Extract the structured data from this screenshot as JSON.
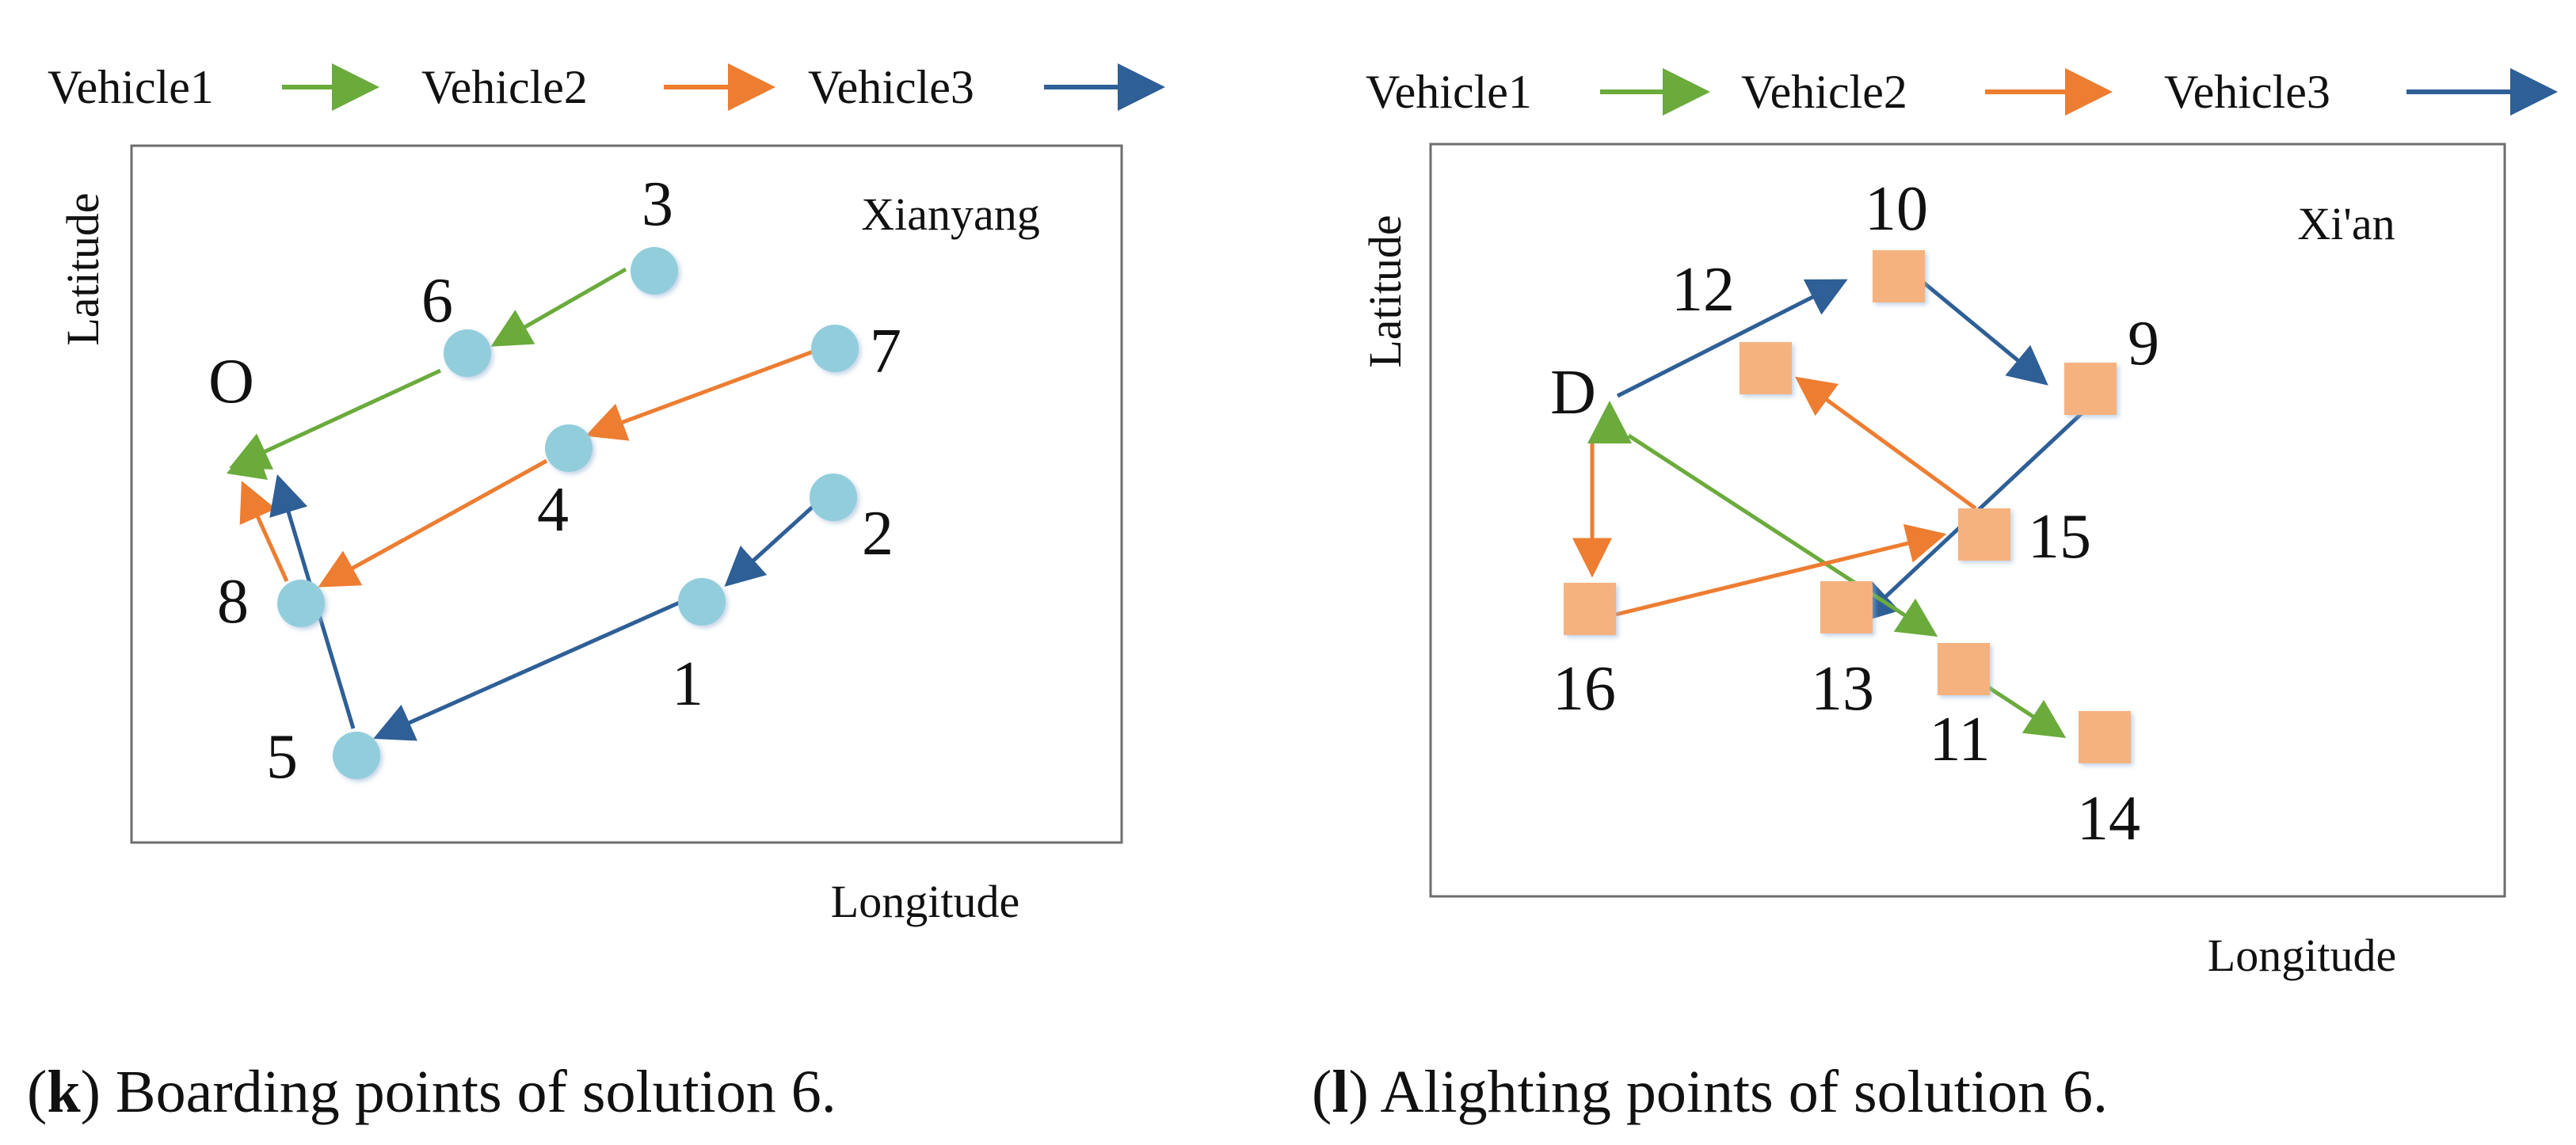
{
  "colors": {
    "vehicle1": "#6aab3c",
    "vehicle2": "#ed7d31",
    "vehicle3": "#2e5f96",
    "boarding_marker": "#92cddc",
    "alighting_marker": "#f5b27f"
  },
  "panels": [
    {
      "legend": [
        "Vehicle1",
        "Vehicle2",
        "Vehicle3"
      ],
      "city": "Xianyang",
      "x_axis_label": "Longitude",
      "y_axis_label": "Latitude",
      "caption_letter": "k",
      "caption_open": "(",
      "caption_close": ")",
      "caption_text": " Boarding points of solution 6.",
      "depot_label": "O",
      "point_labels": [
        "3",
        "6",
        "7",
        "4",
        "2",
        "8",
        "1",
        "5"
      ]
    },
    {
      "legend": [
        "Vehicle1",
        "Vehicle2",
        "Vehicle3"
      ],
      "city": "Xi'an",
      "x_axis_label": "Longitude",
      "y_axis_label": "Latitude",
      "caption_letter": "l",
      "caption_open": "(",
      "caption_close": ")",
      "caption_text": " Alighting points of solution 6.",
      "depot_label": "D",
      "point_labels": [
        "10",
        "12",
        "9",
        "15",
        "16",
        "13",
        "11",
        "14"
      ]
    }
  ]
}
